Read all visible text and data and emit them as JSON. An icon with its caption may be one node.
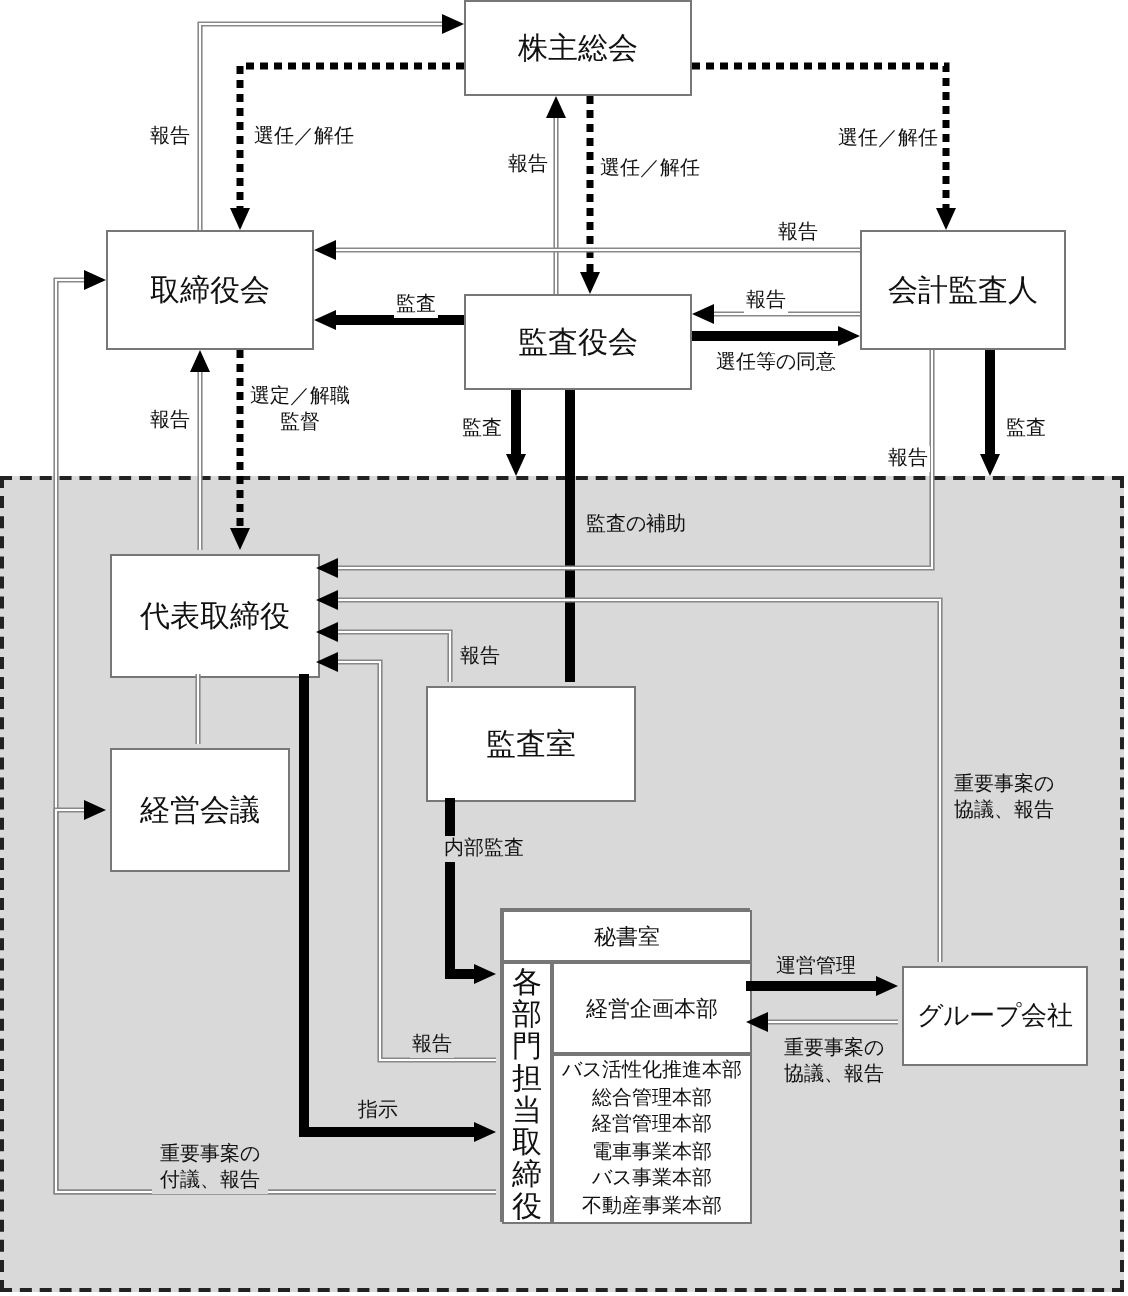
{
  "diagram": {
    "nodes": [
      {
        "text": [
          "株主総会"
        ]
      },
      {
        "text": [
          "取締役会"
        ]
      },
      {
        "text": [
          "監査役会"
        ]
      },
      {
        "text": [
          "会計監査人"
        ]
      },
      {
        "text": [],
        "shape": "box"
      },
      {
        "text": [
          "代表取締役"
        ],
        "in": 4
      },
      {
        "text": [
          "経営会議"
        ],
        "in": 4
      },
      {
        "text": [
          "監査室"
        ],
        "in": 4
      },
      {
        "text": [],
        "shape": "box",
        "in": 4
      },
      {
        "text": [
          "秘書室"
        ],
        "in": 8
      },
      {
        "text": [
          "各部門担当取締役"
        ],
        "in": 8
      },
      {
        "text": [
          "経営企画本部"
        ],
        "in": 8
      },
      {
        "text": [
          "バス活性化推進本部",
          "総合管理本部",
          "経営管理本部",
          "電車事業本部",
          "バス事業本部",
          "不動産事業本部"
        ],
        "in": 8
      },
      {
        "text": [
          "グループ会社"
        ],
        "in": 4
      }
    ],
    "edges": [
      {
        "from": 1,
        "to": 0,
        "arrow": "to",
        "label": "報告"
      },
      {
        "from": 0,
        "to": 1,
        "arrow": "to",
        "label": "選任／解任",
        "style": "dashed",
        "color": "#000000"
      },
      {
        "from": 0,
        "to": 2,
        "arrow": "to",
        "label": "選任／解任",
        "style": "dashed",
        "color": "#000000"
      },
      {
        "from": 2,
        "to": 0,
        "arrow": "to",
        "label": "報告"
      },
      {
        "from": 0,
        "to": 3,
        "arrow": "to",
        "label": "選任／解任",
        "style": "dashed",
        "color": "#000000"
      },
      {
        "from": 3,
        "to": 1,
        "arrow": "to",
        "label": "報告"
      },
      {
        "from": 3,
        "to": 2,
        "arrow": "to",
        "label": "報告"
      },
      {
        "from": 2,
        "to": 3,
        "arrow": "to",
        "label": "選任等の同意",
        "style": "thick",
        "color": "#000000"
      },
      {
        "from": 2,
        "to": 1,
        "arrow": "to",
        "label": "監査",
        "style": "thick",
        "color": "#000000"
      },
      {
        "from": 2,
        "to": 4,
        "arrow": "to",
        "label": "監査",
        "style": "thick",
        "color": "#000000"
      },
      {
        "from": 3,
        "to": 4,
        "arrow": "to",
        "label": "監査",
        "style": "thick",
        "color": "#000000"
      },
      {
        "from": 2,
        "to": 7,
        "arrow": "none",
        "label": "監査の補助",
        "style": "thick",
        "color": "#000000"
      },
      {
        "from": 5,
        "to": 1,
        "arrow": "to",
        "label": "報告"
      },
      {
        "from": 1,
        "to": 5,
        "arrow": "to",
        "label": "選定／解職監督",
        "style": "dashed",
        "color": "#000000"
      },
      {
        "from": 3,
        "to": 5,
        "arrow": "to",
        "label": "報告"
      },
      {
        "from": 13,
        "to": 5,
        "arrow": "to",
        "label": "重要事案の協議、報告"
      },
      {
        "from": 7,
        "to": 5,
        "arrow": "to",
        "label": "報告"
      },
      {
        "from": 10,
        "to": 5,
        "arrow": "to",
        "label": "報告"
      },
      {
        "from": 5,
        "to": 6,
        "arrow": "none"
      },
      {
        "from": 10,
        "to": 1,
        "arrow": "to",
        "label": "重要事案の付議、報告"
      },
      {
        "from": 10,
        "to": 6,
        "arrow": "to"
      },
      {
        "from": 5,
        "to": 10,
        "arrow": "to",
        "label": "指示",
        "style": "thick",
        "color": "#000000"
      },
      {
        "from": 7,
        "to": 10,
        "arrow": "to",
        "label": "内部監査",
        "style": "thick",
        "color": "#000000"
      },
      {
        "from": 11,
        "to": 13,
        "arrow": "to",
        "label": "運営管理",
        "style": "thick",
        "color": "#000000"
      },
      {
        "from": 13,
        "to": 11,
        "arrow": "to",
        "label": "重要事案の協議、報告"
      }
    ]
  }
}
